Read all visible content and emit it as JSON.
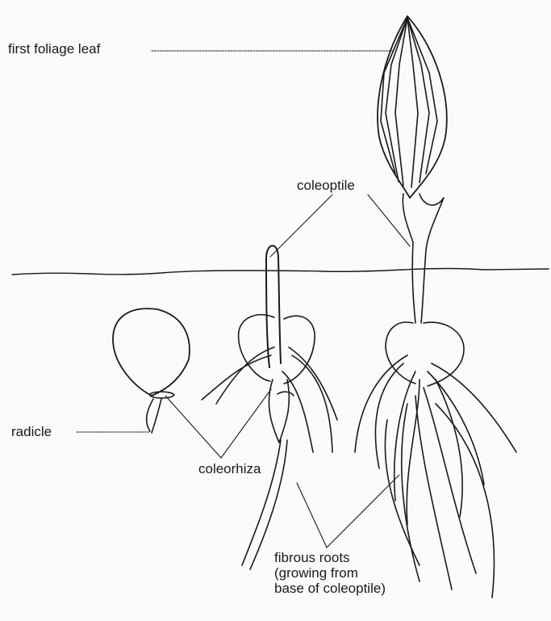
{
  "labels": {
    "first_foliage_leaf": "first foliage leaf",
    "coleoptile": "coleoptile",
    "radicle": "radicle",
    "coleorhiza": "coleorhiza",
    "fibrous_roots": "fibrous roots\n(growing from\nbase of coleoptile)"
  },
  "colors": {
    "ink": "#1a1a1a",
    "paper": "#fbfbf9"
  }
}
